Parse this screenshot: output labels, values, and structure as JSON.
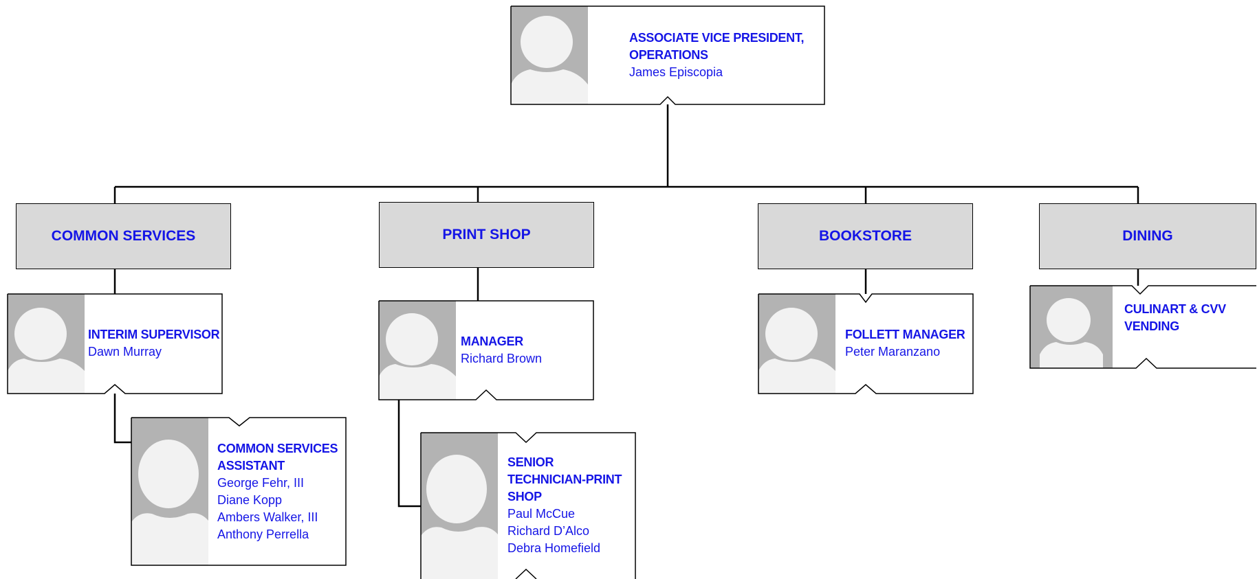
{
  "top": {
    "title": "ASSOCIATE VICE PRESIDENT, OPERATIONS",
    "names": [
      "James Episcopia"
    ]
  },
  "departments": [
    "COMMON SERVICES",
    "PRINT SHOP",
    "BOOKSTORE",
    "DINING"
  ],
  "positions": {
    "interim_supervisor": {
      "title": "INTERIM SUPERVISOR",
      "names": [
        "Dawn Murray"
      ]
    },
    "common_services_assistant": {
      "title": "COMMON SERVICES ASSISTANT",
      "names": [
        "George Fehr, III",
        "Diane Kopp",
        "Ambers Walker, III",
        "Anthony Perrella"
      ]
    },
    "manager": {
      "title": "MANAGER",
      "names": [
        "Richard Brown"
      ]
    },
    "senior_technician": {
      "title": "SENIOR TECHNICIAN-PRINT SHOP",
      "names": [
        "Paul McCue",
        "Richard D’Alco",
        "Debra Homefield"
      ]
    },
    "follett_manager": {
      "title": "FOLLETT MANAGER",
      "names": [
        "Peter Maranzano"
      ]
    },
    "culinart": {
      "title": "CULINART & CVV VENDING",
      "names": []
    }
  },
  "colors": {
    "text": "#1515e6",
    "dept_fill": "#d9d9d9",
    "photo": "#b3b3b3",
    "line": "#000000"
  },
  "icons": {
    "profile": "person-silhouette-icon"
  }
}
